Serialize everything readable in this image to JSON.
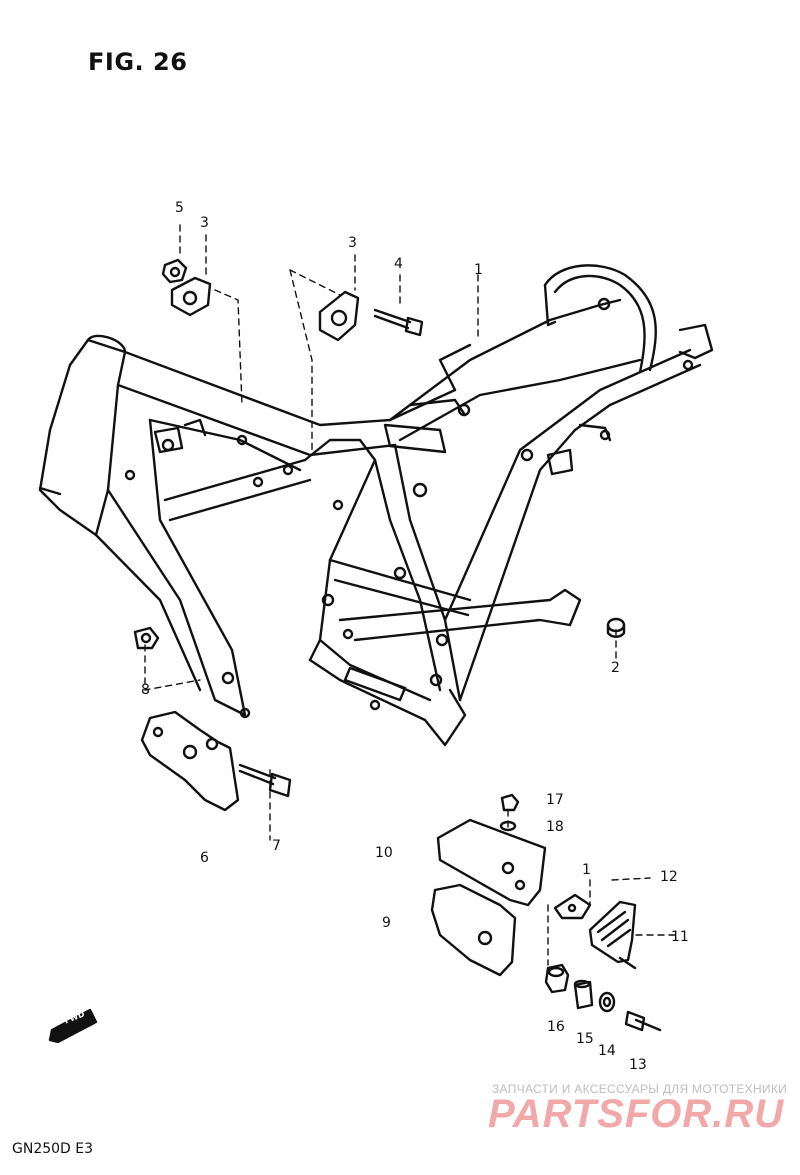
{
  "figure": {
    "title": "FIG. 26",
    "model": "GN250D E3"
  },
  "callouts": [
    {
      "id": "c5a",
      "text": "5"
    },
    {
      "id": "c3a",
      "text": "3"
    },
    {
      "id": "c3b",
      "text": "3"
    },
    {
      "id": "c4",
      "text": "4"
    },
    {
      "id": "c1a",
      "text": "1"
    },
    {
      "id": "c2",
      "text": "2"
    },
    {
      "id": "c8",
      "text": "8"
    },
    {
      "id": "c6",
      "text": "6"
    },
    {
      "id": "c7",
      "text": "7"
    },
    {
      "id": "c10",
      "text": "10"
    },
    {
      "id": "c9",
      "text": "9"
    },
    {
      "id": "c17",
      "text": "17"
    },
    {
      "id": "c18",
      "text": "18"
    },
    {
      "id": "c1b",
      "text": "1"
    },
    {
      "id": "c12",
      "text": "12"
    },
    {
      "id": "c11",
      "text": "11"
    },
    {
      "id": "c16",
      "text": "16"
    },
    {
      "id": "c15",
      "text": "15"
    },
    {
      "id": "c14",
      "text": "14"
    },
    {
      "id": "c13",
      "text": "13"
    }
  ],
  "fwd_marker": "FWD",
  "watermark": {
    "tagline": "ЗАПЧАСТИ И АКСЕССУАРЫ ДЛЯ МОТОТЕХНИКИ",
    "logo_text": "PARTSFOR.RU"
  },
  "colors": {
    "ink": "#111111",
    "watermark_logo": "#f2a8a8",
    "watermark_text": "#bdbdbd"
  }
}
